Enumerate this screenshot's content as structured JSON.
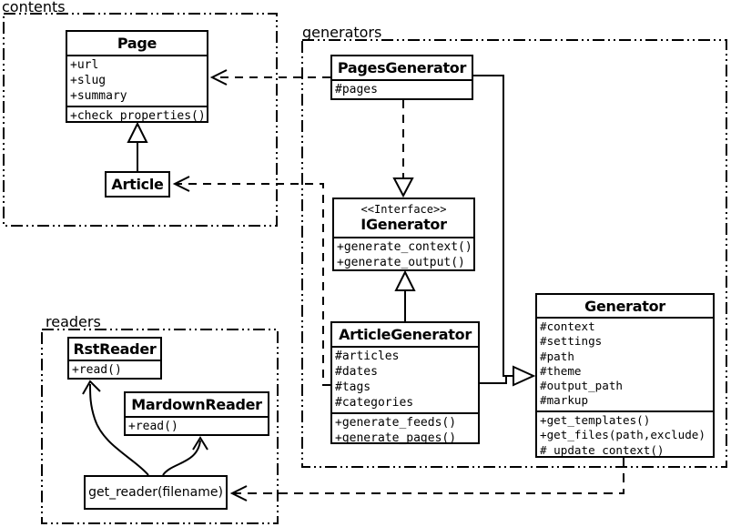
{
  "packages": {
    "contents": {
      "label": "contents"
    },
    "generators": {
      "label": "generators"
    },
    "readers": {
      "label": "readers"
    }
  },
  "classes": {
    "page": {
      "name": "Page",
      "attrs": [
        "+url",
        "+slug",
        "+summary"
      ],
      "methods": [
        "+check_properties()"
      ]
    },
    "article": {
      "name": "Article"
    },
    "pages_generator": {
      "name": "PagesGenerator",
      "attrs": [
        "#pages"
      ]
    },
    "igenerator": {
      "stereotype": "<<Interface>>",
      "name": "IGenerator",
      "methods": [
        "+generate_context()",
        "+generate_output()"
      ]
    },
    "article_generator": {
      "name": "ArticleGenerator",
      "attrs": [
        "#articles",
        "#dates",
        "#tags",
        "#categories"
      ],
      "methods": [
        "+generate_feeds()",
        "+generate_pages()"
      ]
    },
    "generator": {
      "name": "Generator",
      "attrs": [
        "#context",
        "#settings",
        "#path",
        "#theme",
        "#output_path",
        "#markup"
      ],
      "methods": [
        "+get_templates()",
        "+get_files(path,exclude)",
        "#_update_context()"
      ]
    },
    "rst_reader": {
      "name": "RstReader",
      "methods": [
        "+read()"
      ]
    },
    "markdown_reader": {
      "name": "MardownReader",
      "methods": [
        "+read()"
      ]
    },
    "get_reader": {
      "name": "get_reader(filename)"
    }
  },
  "colors": {
    "line": "#000000",
    "fill": "#ffffff"
  }
}
